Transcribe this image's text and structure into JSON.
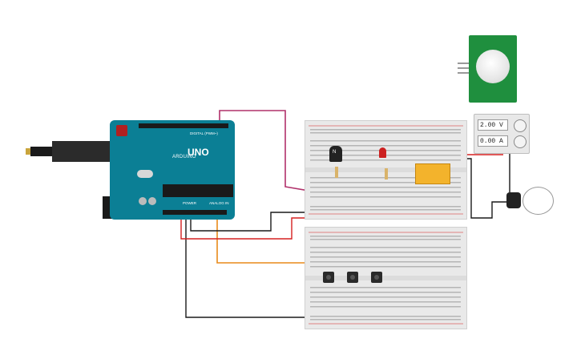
{
  "arduino": {
    "brand": "ARDUINO",
    "model": "UNO",
    "digital_label": "DIGITAL (PWM~)",
    "power_label": "POWER",
    "analog_label": "ANALOG IN"
  },
  "power_supply": {
    "voltage": "2.00 V",
    "current": "0.00 A"
  },
  "transistor": {
    "label": "N"
  },
  "colors": {
    "arduino_board": "#0b7f95",
    "wire_red": "#d62020",
    "wire_black": "#1a1a1a",
    "wire_orange": "#e88a1a",
    "wire_magenta": "#b0306a",
    "pir_board": "#1f8f3e",
    "relay_body": "#f3b32c"
  },
  "icons": {
    "pir_sensor": "pir-sensor-icon",
    "relay": "relay-icon",
    "bulb": "light-bulb-icon",
    "usb": "usb-connector-icon"
  }
}
